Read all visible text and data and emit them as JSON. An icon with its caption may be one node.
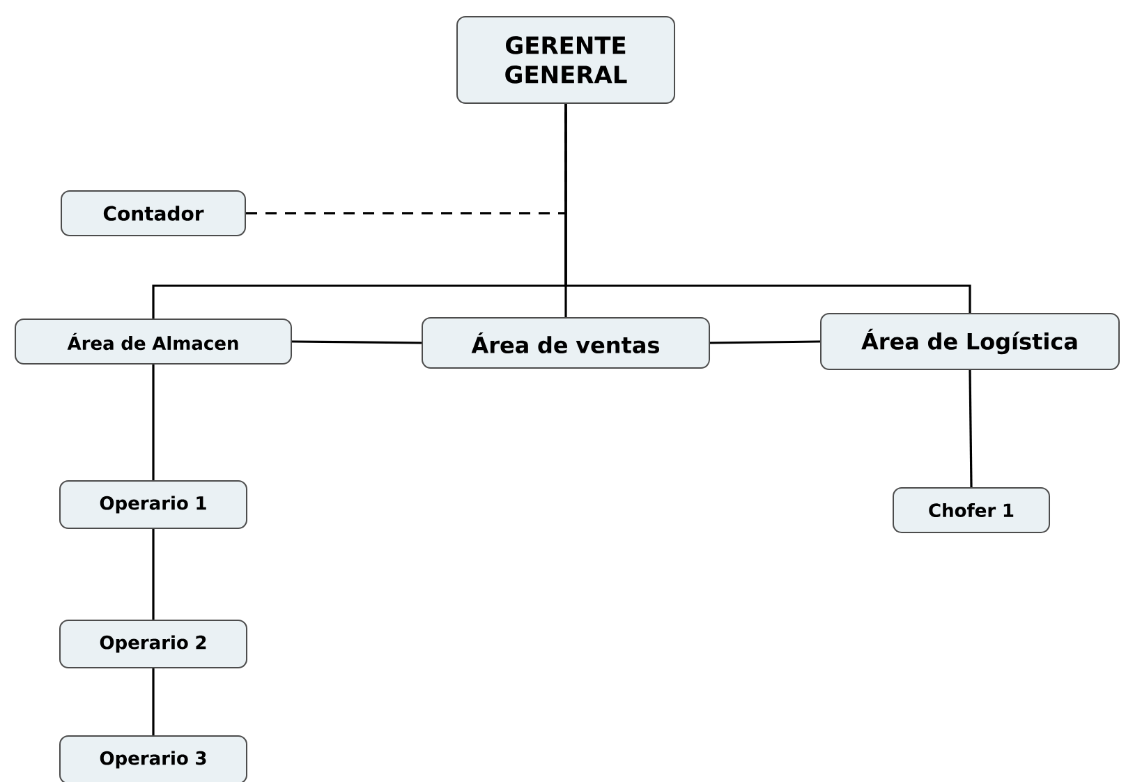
{
  "diagram": {
    "nodes": [
      {
        "text": [
          "GERENTE GENERAL"
        ]
      },
      {
        "text": [
          "Contador"
        ]
      },
      {
        "text": [
          "Área de Almacen"
        ]
      },
      {
        "text": [
          "Área de ventas"
        ]
      },
      {
        "text": [
          "Área de Logística"
        ]
      },
      {
        "text": [
          "Operario 1"
        ]
      },
      {
        "text": [
          "Chofer 1"
        ]
      },
      {
        "text": [
          "Operario 2"
        ]
      },
      {
        "text": [
          "Operario 3"
        ]
      }
    ],
    "edges": [
      {
        "from": 0,
        "to": 3,
        "arrow": "none"
      },
      {
        "from": 0,
        "to": 2,
        "arrow": "none"
      },
      {
        "from": 0,
        "to": 4,
        "arrow": "none"
      },
      {
        "from": 1,
        "to": 0,
        "arrow": "none",
        "style": "dashed"
      },
      {
        "from": 2,
        "to": 3,
        "arrow": "none"
      },
      {
        "from": 3,
        "to": 4,
        "arrow": "none"
      },
      {
        "from": 2,
        "to": 5,
        "arrow": "none"
      },
      {
        "from": 5,
        "to": 7,
        "arrow": "none"
      },
      {
        "from": 7,
        "to": 8,
        "arrow": "none"
      },
      {
        "from": 4,
        "to": 6,
        "arrow": "none"
      }
    ]
  }
}
